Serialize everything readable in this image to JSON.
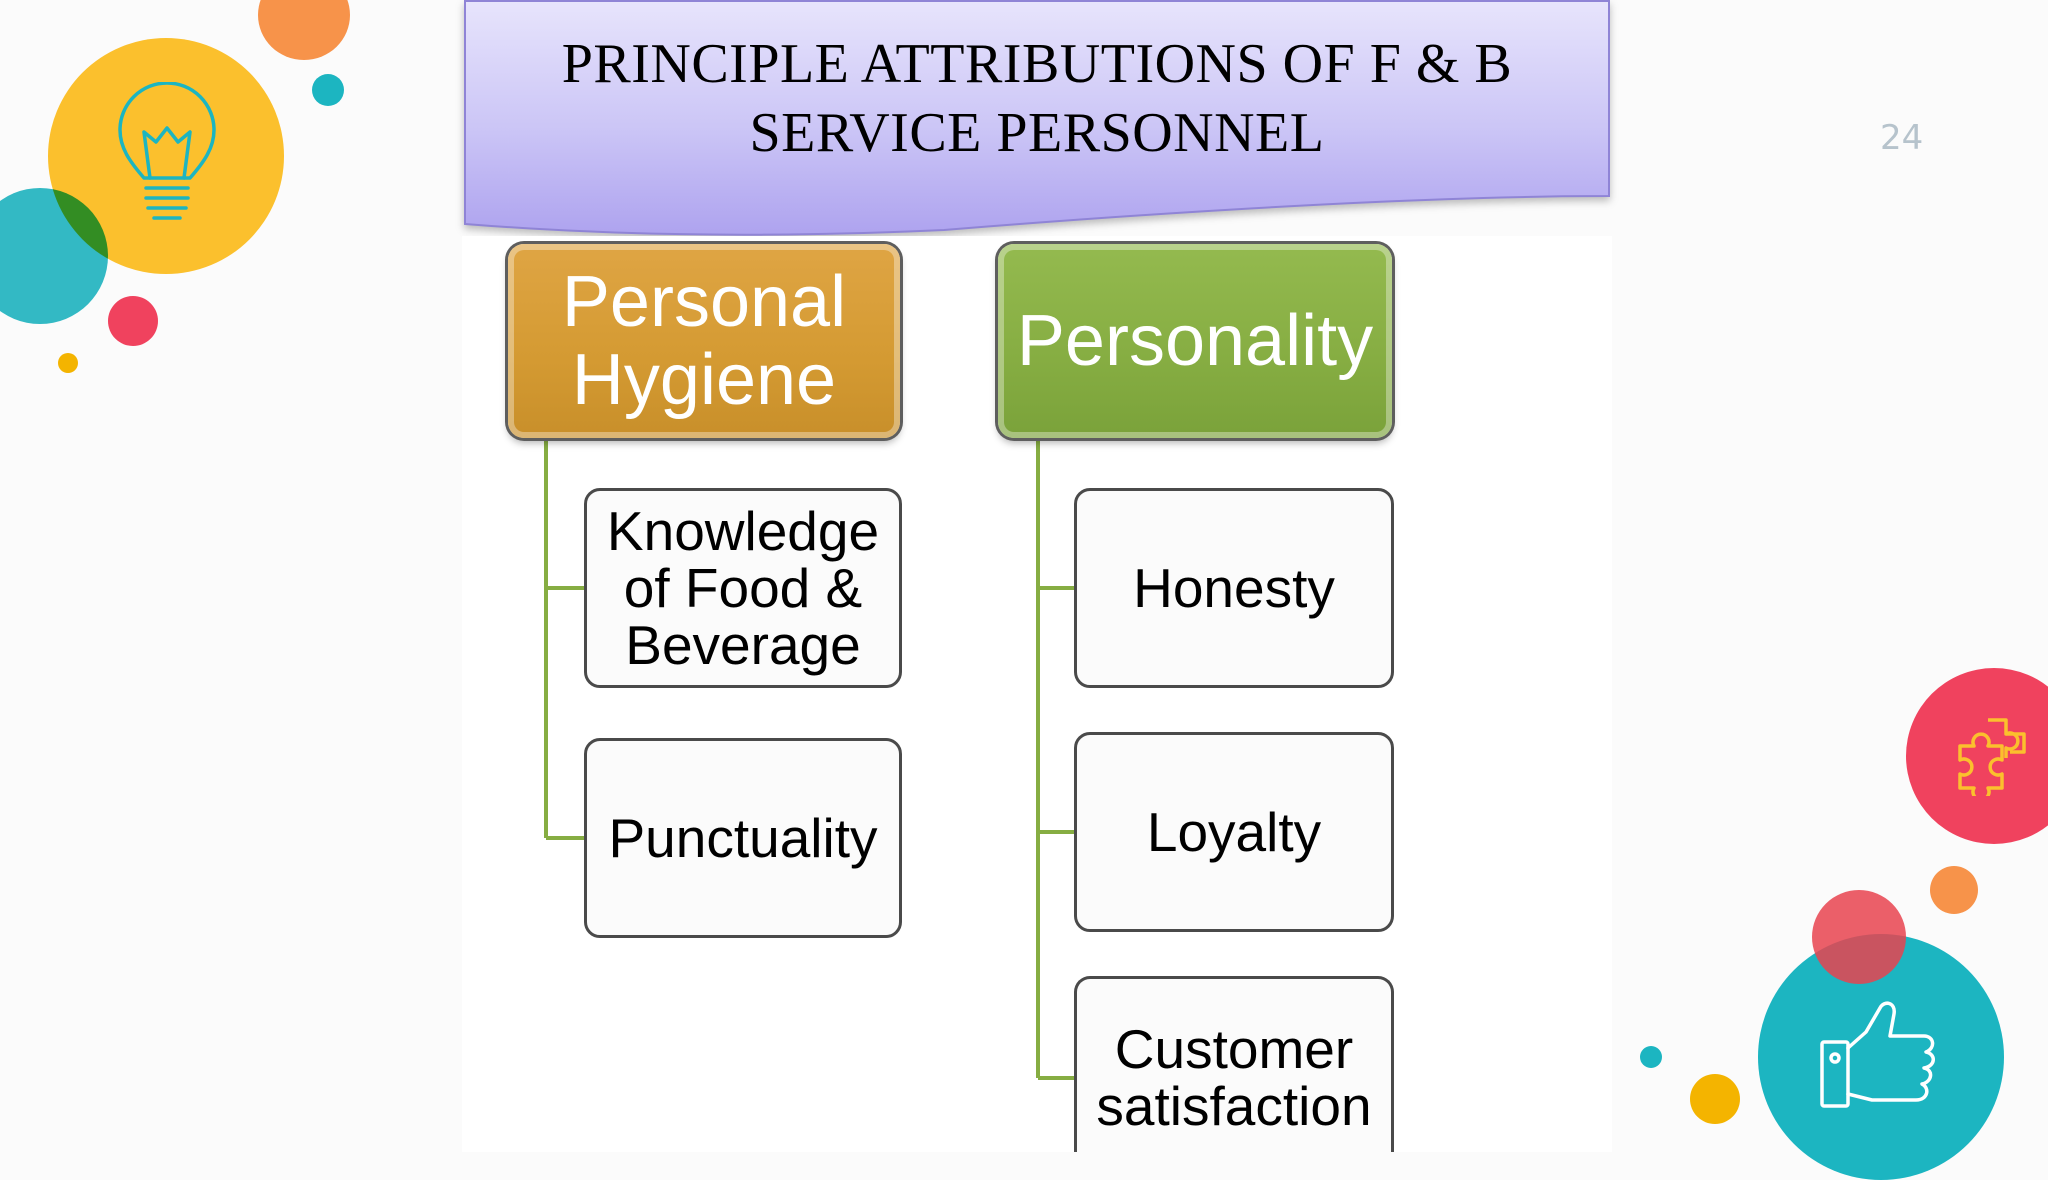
{
  "slide": {
    "title_line1": "PRINCIPLE ATTRIBUTIONS OF F & B",
    "title_line2": "SERVICE PERSONNEL",
    "page_number": "24"
  },
  "diagram": {
    "columns": [
      {
        "header_line1": "Personal",
        "header_line2": "Hygiene",
        "color": "#D49A32",
        "children": [
          {
            "line1": "Knowledge",
            "line2": "of Food &",
            "line3": "Beverage"
          },
          {
            "line1": "Punctuality"
          }
        ]
      },
      {
        "header_line1": "Personality",
        "color": "#86AD42",
        "children": [
          {
            "line1": "Honesty"
          },
          {
            "line1": "Loyalty"
          },
          {
            "line1": "Customer",
            "line2": "satisfaction"
          }
        ]
      }
    ],
    "connector_color": "#86AD42"
  },
  "decorations": {
    "bulb_circle_color": "#FBC02D",
    "teal_color": "#1CB5C1",
    "pink_color": "#F0425E",
    "orange_color": "#F7934A",
    "icons": [
      "lightbulb-icon",
      "puzzle-icon",
      "thumbs-up-icon"
    ]
  }
}
